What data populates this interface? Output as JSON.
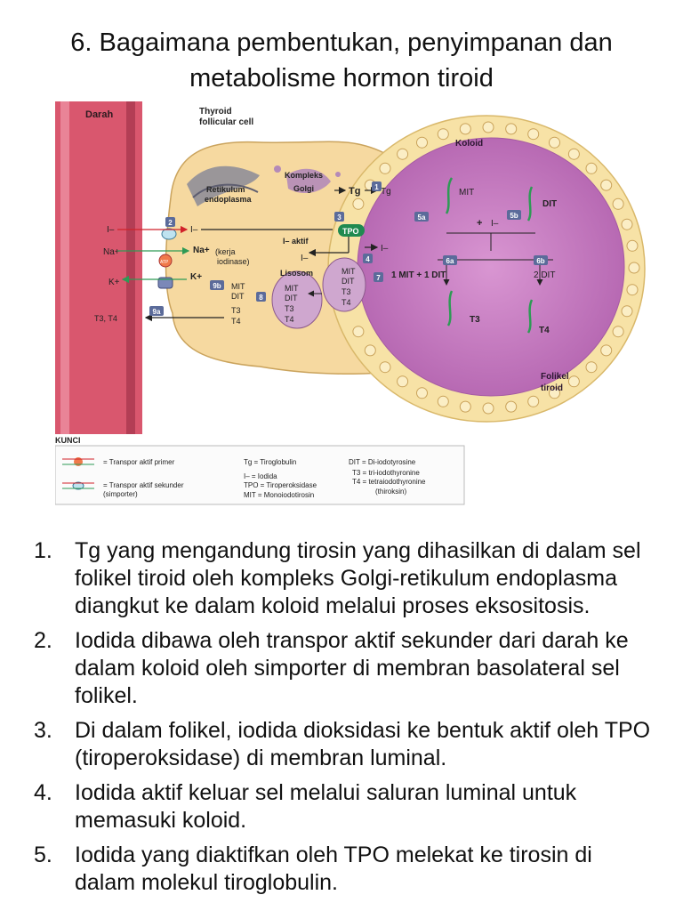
{
  "slide": {
    "title_line1": "6. Bagaimana pembentukan, penyimpanan dan",
    "title_line2": "metabolisme hormon tiroid"
  },
  "diagram": {
    "labels": {
      "blood": "Darah",
      "thyroid_cell_1": "Thyroid",
      "thyroid_cell_2": "follicular cell",
      "colloid": "Koloid",
      "golgi_1": "Kompleks",
      "golgi_2": "Golgi",
      "er_1": "Retikulum",
      "er_2": "endoplasma",
      "tg": "Tg",
      "tg2": "Tg",
      "mit": "MIT",
      "dit": "DIT",
      "iodide": "I–",
      "iodide_active": "I– aktif",
      "tpo": "TPO",
      "na": "Na+",
      "na_inside": "Na+",
      "k": "K+",
      "k_inside": "K+",
      "atp": "ATP",
      "kerja_1": "(kerja",
      "kerja_2": "iodinase)",
      "lysosome": "Lisosom",
      "mit_dit_combo": "1 MIT + 1 DIT",
      "two_dit": "2 DIT",
      "t3": "T3",
      "t4": "T4",
      "t3_t4_blood": "T3, T4",
      "follicle_1": "Folikel",
      "follicle_2": "tiroid",
      "plus": "+",
      "plus_i": "I–"
    },
    "steps": [
      "1",
      "2",
      "3",
      "4",
      "5a",
      "5b",
      "6a",
      "6b",
      "7",
      "8",
      "9a",
      "9b"
    ],
    "legend": {
      "title": "KUNCI",
      "primary": "= Transpor aktif primer",
      "secondary_1": "= Transpor aktif sekunder",
      "secondary_2": "(simporter)",
      "tg": "Tg = Tiroglobulin",
      "iodide": "I– = Iodida",
      "tpo": "TPO = Tiroperoksidase",
      "mit": "MIT = Monoiodotirosin",
      "dit": "DIT = Di-iodotyrosine",
      "t3": "T3 = tri-iodothyronine",
      "t4": "T4 = tetraiodothyronine",
      "t4b": "(thiroksin)"
    },
    "colors": {
      "blood": "#d9576e",
      "cell": "#f6d9a0",
      "colloid": "#c980c4",
      "rim": "#f7e2a6",
      "arrow_green": "#2e9a55",
      "arrow_red": "#d1222a",
      "step_badge": "#5b6b9a"
    }
  },
  "steps_list": [
    {
      "num": "1.",
      "text": "Tg yang mengandung tirosin yang dihasilkan di dalam sel folikel tiroid oleh kompleks Golgi-retikulum endoplasma diangkut ke dalam koloid melalui proses eksositosis."
    },
    {
      "num": "2.",
      "text": "Iodida dibawa oleh transpor aktif sekunder dari darah ke dalam koloid oleh simporter di membran basolateral sel folikel."
    },
    {
      "num": "3.",
      "text": "Di dalam folikel, iodida dioksidasi ke bentuk aktif oleh TPO (tiroperoksidase) di membran luminal."
    },
    {
      "num": "4.",
      "text": "Iodida aktif keluar sel melalui saluran luminal untuk memasuki koloid."
    },
    {
      "num": "5.",
      "text": "Iodida yang diaktifkan oleh TPO melekat ke tirosin di dalam molekul tiroglobulin."
    }
  ]
}
